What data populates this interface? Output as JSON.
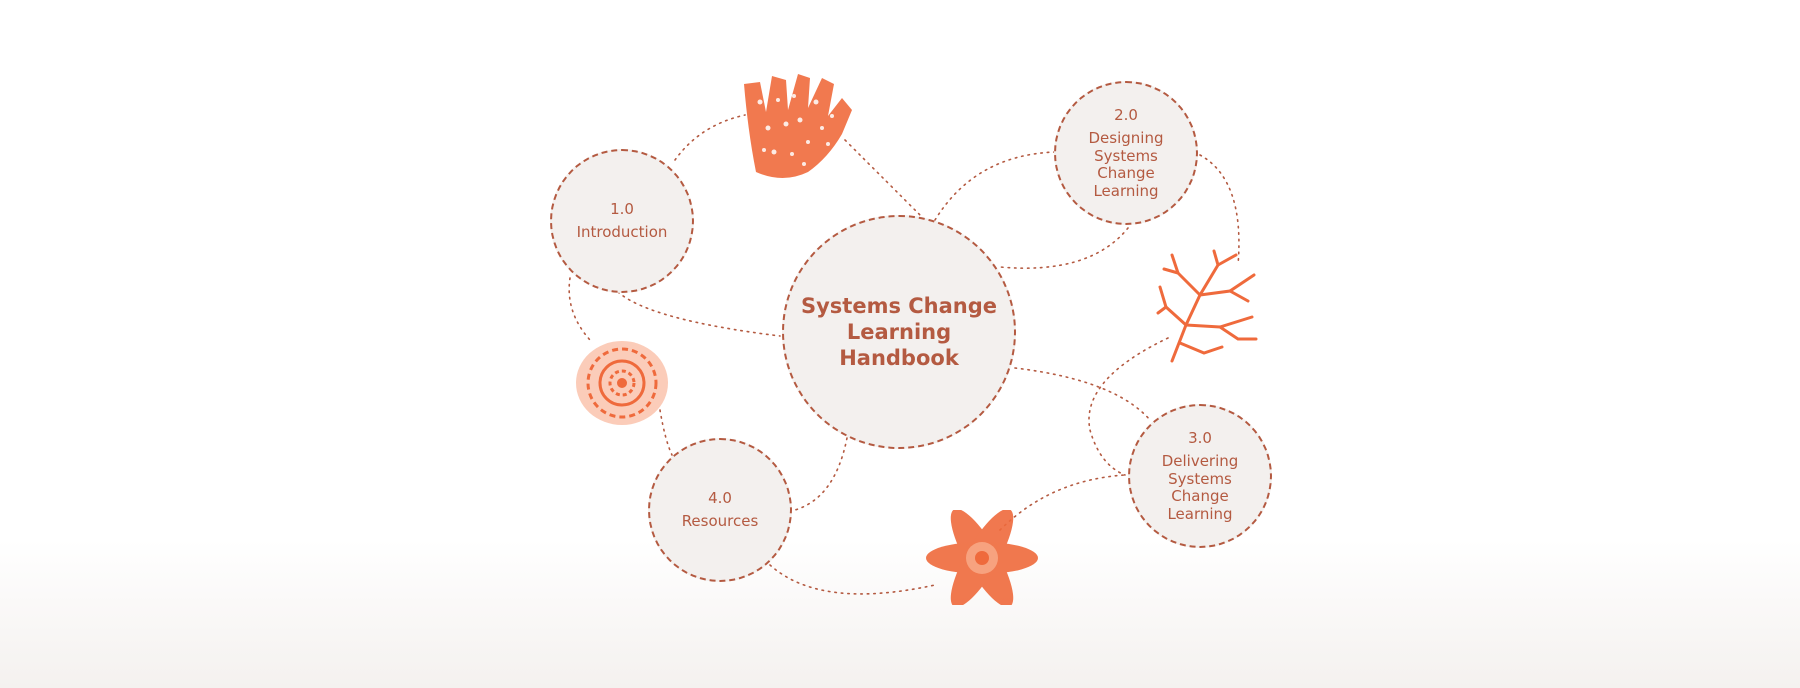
{
  "diagram": {
    "center": {
      "title_line1": "Systems Change",
      "title_line2": "Learning Handbook"
    },
    "nodes": [
      {
        "number": "1.0",
        "label": "Introduction"
      },
      {
        "number": "2.0",
        "label_lines": [
          "Designing",
          "Systems",
          "Change",
          "Learning"
        ]
      },
      {
        "number": "3.0",
        "label_lines": [
          "Delivering",
          "Systems",
          "Change",
          "Learning"
        ]
      },
      {
        "number": "4.0",
        "label": "Resources"
      }
    ],
    "decorations": [
      {
        "icon": "coral-fan-icon"
      },
      {
        "icon": "branching-coral-icon"
      },
      {
        "icon": "spiral-shell-icon"
      },
      {
        "icon": "starfish-coral-icon"
      }
    ]
  },
  "colors": {
    "accent": "#b45a41",
    "node_fill": "#f3f0ee",
    "illustration": "#ef6a3c",
    "illustration_light": "#f7a27f"
  }
}
